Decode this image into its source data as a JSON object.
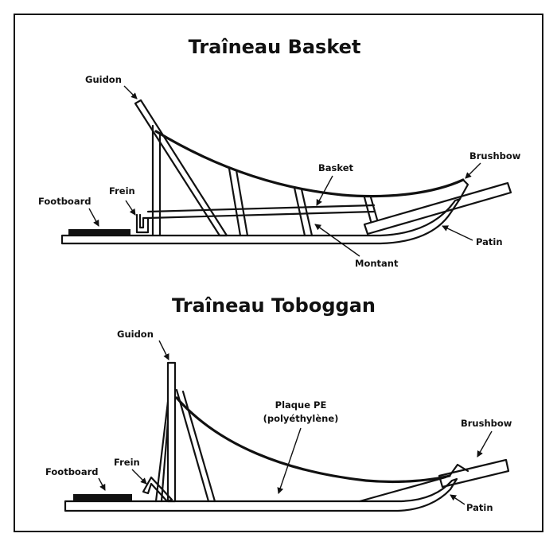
{
  "diagram": {
    "basket": {
      "title": "Traîneau Basket",
      "labels": {
        "guidon": "Guidon",
        "frein": "Frein",
        "footboard": "Footboard",
        "basket": "Basket",
        "brushbow": "Brushbow",
        "patin": "Patin",
        "montant": "Montant"
      }
    },
    "toboggan": {
      "title": "Traîneau Toboggan",
      "labels": {
        "guidon": "Guidon",
        "frein": "Frein",
        "footboard": "Footboard",
        "plaque_line1": "Plaque PE",
        "plaque_line2": "(polyéthylène)",
        "brushbow": "Brushbow",
        "patin": "Patin"
      }
    }
  }
}
